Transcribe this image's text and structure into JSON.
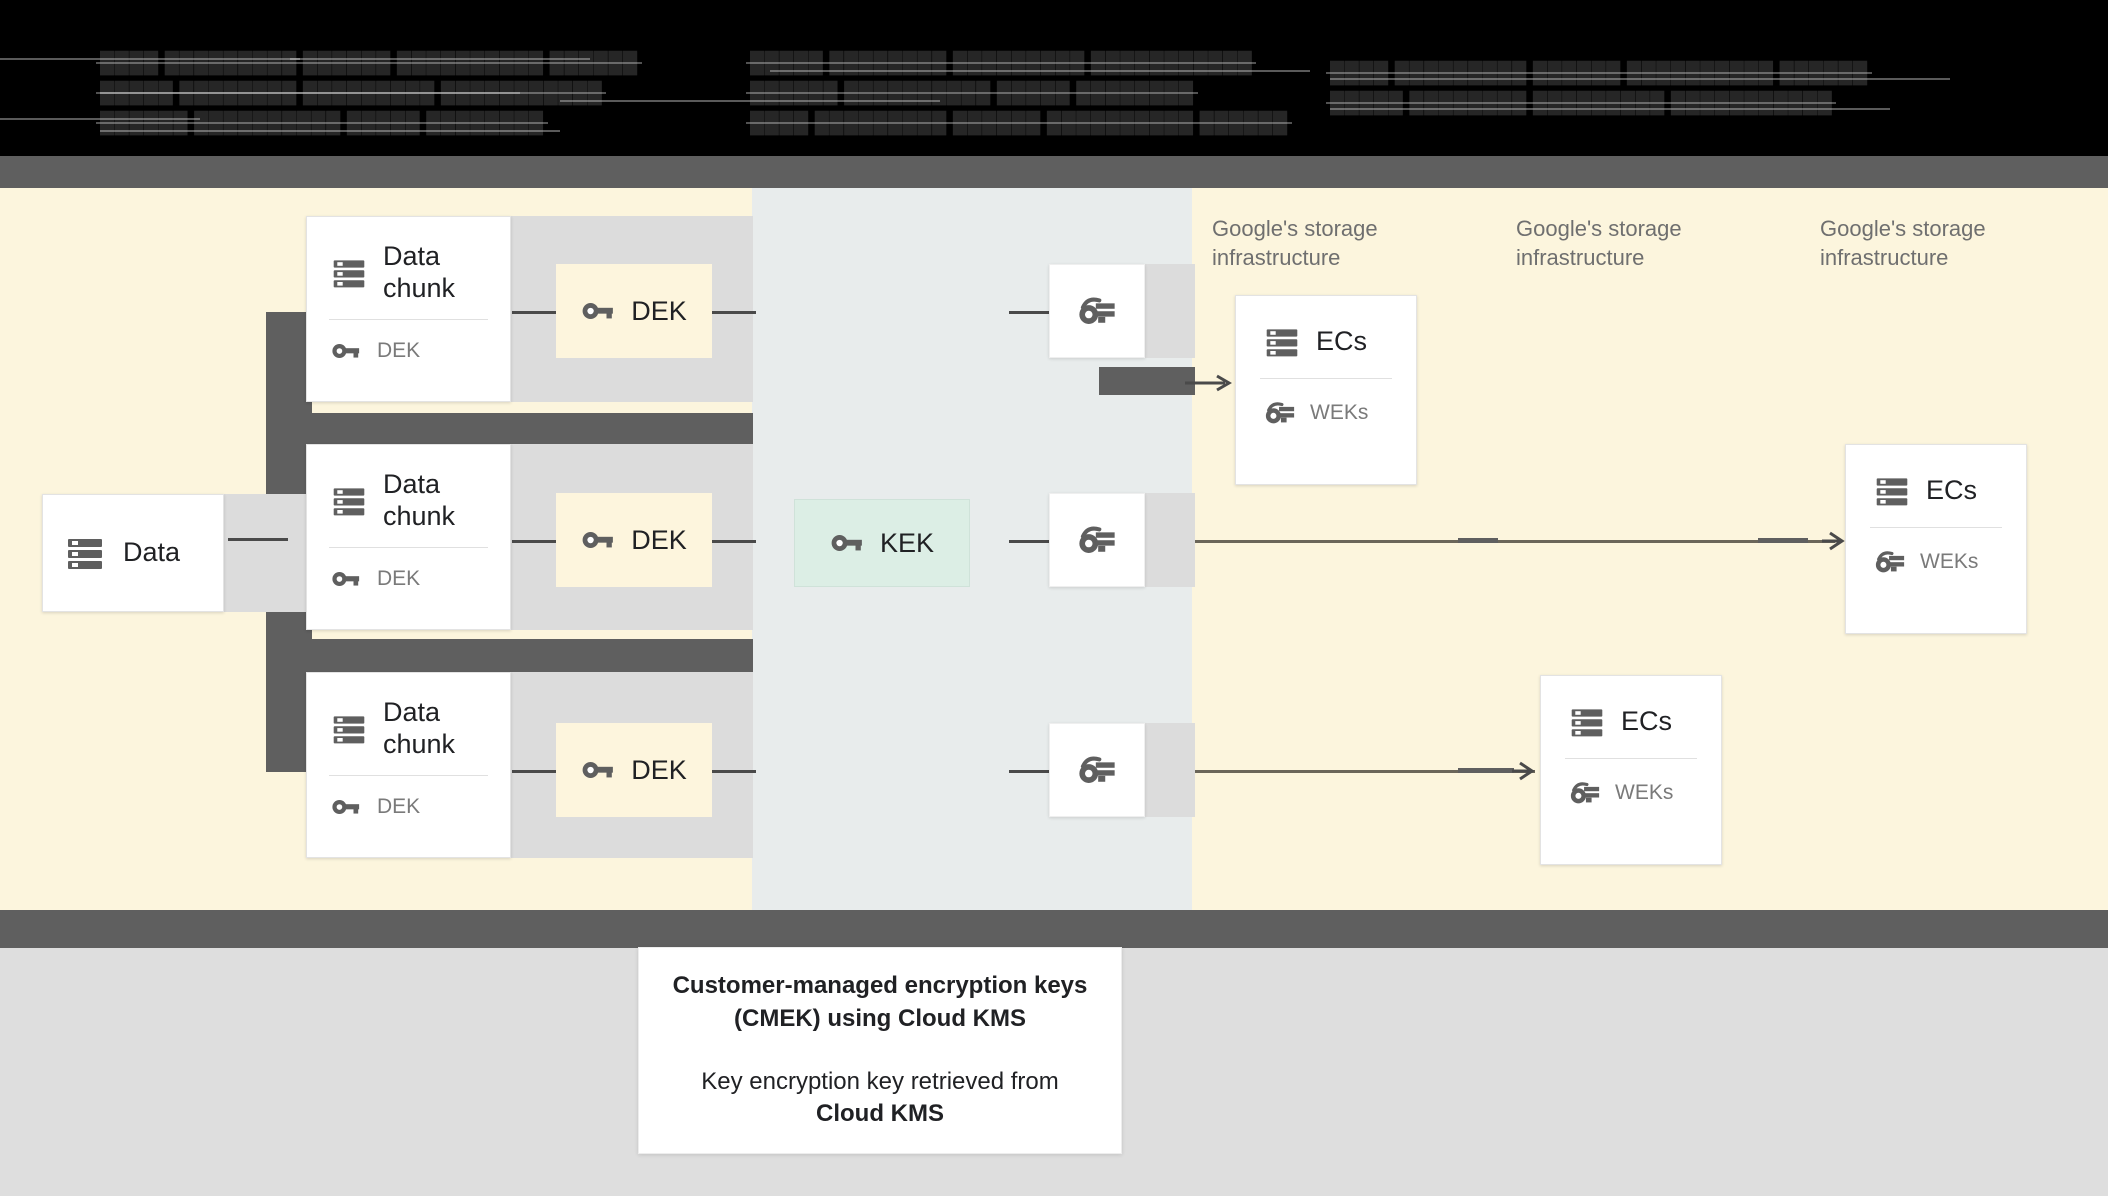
{
  "header": {
    "obscured_note": "redacted-header-text",
    "lines": [
      "████ █████████ ██████ ██████████ ██████",
      "█████ ████████ █████████ ███████████",
      "██████ ██████████ █████ ████████"
    ]
  },
  "diagram": {
    "source": {
      "label": "Data",
      "icon": "storage-icon"
    },
    "chunks": [
      {
        "label": "Data chunk",
        "icon": "storage-icon",
        "key_label": "DEK",
        "key_icon": "key-icon"
      },
      {
        "label": "Data chunk",
        "icon": "storage-icon",
        "key_label": "DEK",
        "key_icon": "key-icon"
      },
      {
        "label": "Data chunk",
        "icon": "storage-icon",
        "key_label": "DEK",
        "key_icon": "key-icon"
      }
    ],
    "deks": [
      {
        "label": "DEK",
        "icon": "key-icon"
      },
      {
        "label": "DEK",
        "icon": "key-icon"
      },
      {
        "label": "DEK",
        "icon": "key-icon"
      }
    ],
    "kek": {
      "label": "KEK",
      "icon": "key-icon"
    },
    "wrapped_keys": [
      {
        "icon": "wrapped-key-icon"
      },
      {
        "icon": "wrapped-key-icon"
      },
      {
        "icon": "wrapped-key-icon"
      }
    ],
    "infra_labels": [
      "Google's storage infrastructure",
      "Google's storage infrastructure",
      "Google's storage infrastructure"
    ],
    "ec_cards": [
      {
        "label": "ECs",
        "icon": "storage-icon",
        "key_label": "WEKs",
        "key_icon": "wrapped-key-icon"
      },
      {
        "label": "ECs",
        "icon": "storage-icon",
        "key_label": "WEKs",
        "key_icon": "wrapped-key-icon"
      },
      {
        "label": "ECs",
        "icon": "storage-icon",
        "key_label": "WEKs",
        "key_icon": "wrapped-key-icon"
      }
    ]
  },
  "caption": {
    "title_line_1": "Customer-managed encryption keys",
    "title_line_2": "(CMEK) using Cloud KMS",
    "body_line_1": "Key encryption key retrieved from",
    "body_line_2": "Cloud KMS"
  },
  "colors": {
    "cream": "#fcf5dd",
    "blue_gray": "#e8ecec",
    "dark_gray": "#5f5f5f",
    "light_gray": "#dedede",
    "mint": "#dceee5",
    "chip_cream": "#fdf5dd",
    "text": "#202124",
    "muted_text": "#7a7a7a"
  }
}
